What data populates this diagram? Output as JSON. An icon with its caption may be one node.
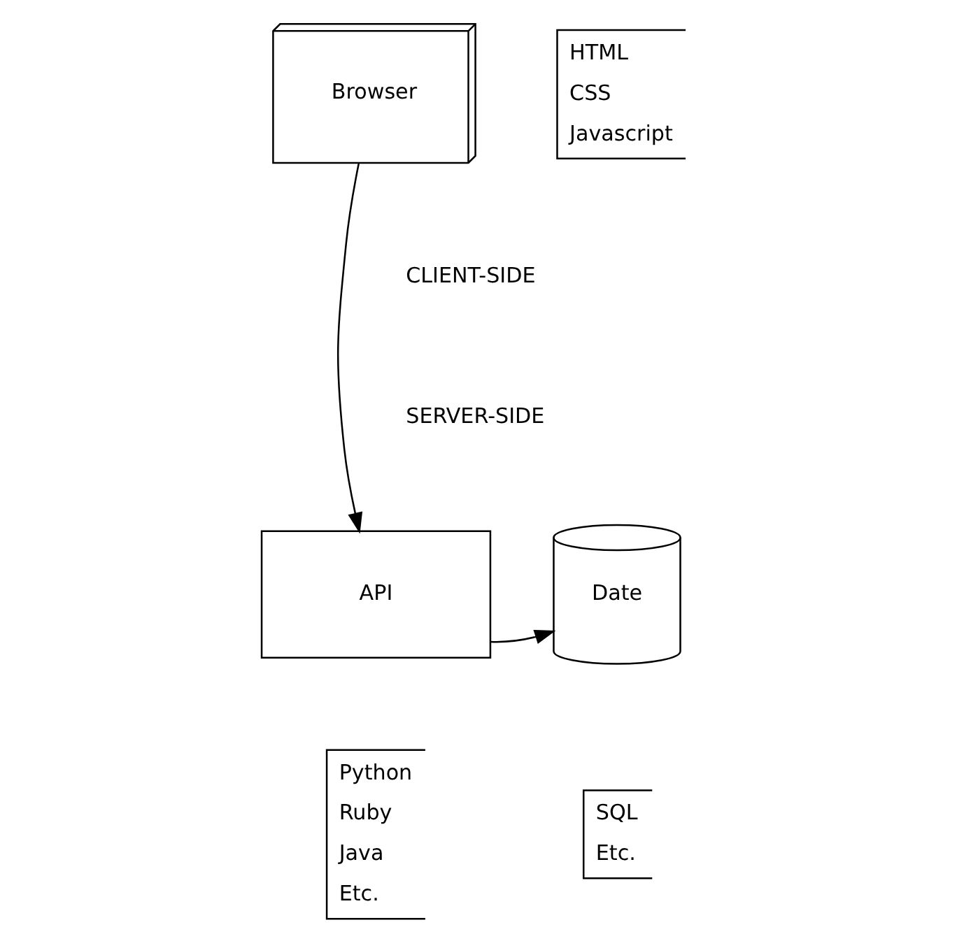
{
  "diagram": {
    "nodes": [
      {
        "text": [
          "Browser"
        ]
      },
      {
        "text": [
          "API"
        ]
      },
      {
        "text": [
          "Date"
        ]
      }
    ],
    "edges": [
      {
        "from": 0,
        "to": 1,
        "arrow": "to"
      },
      {
        "from": 1,
        "to": 2,
        "arrow": "to"
      }
    ],
    "labels": [
      "HTML",
      "CSS",
      "Javascript",
      "CLIENT-SIDE",
      "SERVER-SIDE",
      "Python",
      "Ruby",
      "Java",
      "Etc.",
      "SQL",
      "Etc."
    ]
  }
}
